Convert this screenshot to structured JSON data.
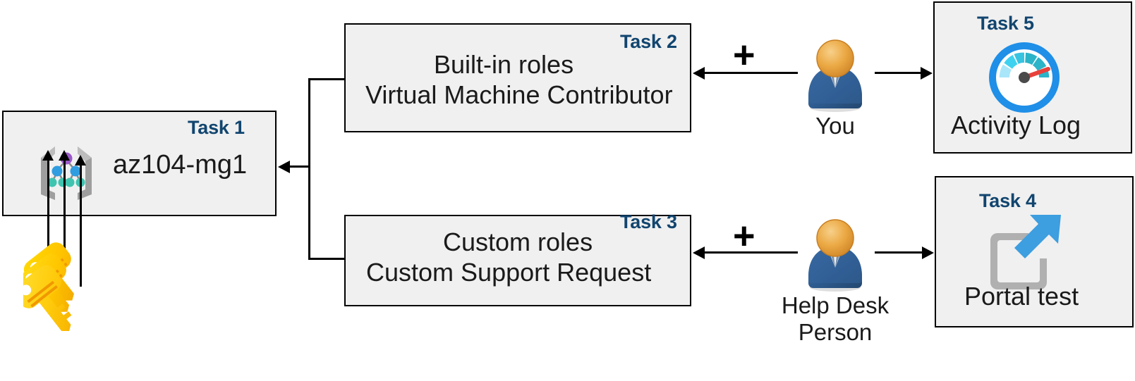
{
  "diagram": {
    "title": "Azure RBAC task diagram",
    "colors": {
      "task_label": "#11456f",
      "box_fill": "#f0f0f0",
      "box_border": "#000000",
      "connector": "#000000",
      "gauge_ring": "#1f8fe8",
      "gauge_teal": "#2bb3c8",
      "gauge_cyan": "#3fd2f0",
      "gauge_lightblue": "#a9e6fa",
      "gauge_needle": "#e8403a",
      "portal_arrow": "#3d9ee0",
      "portal_frame": "#b0b0b0",
      "key_yellow": "#fdc500",
      "person_head": "#e8a33d",
      "person_body": "#2e5f96",
      "mg_purple": "#9b59c9",
      "mg_blue": "#2f9de0",
      "mg_teal": "#3fc4b0",
      "mg_bracket": "#9e9e9e"
    },
    "nodes": [
      {
        "id": "task1",
        "task_label": "Task 1",
        "text": "az104-mg1",
        "icon": "management-group-icon"
      },
      {
        "id": "task2",
        "task_label": "Task 2",
        "line1": "Built-in roles",
        "line2": "Virtual Machine Contributor"
      },
      {
        "id": "task3",
        "task_label": "Task 3",
        "line1": "Custom roles",
        "line2": "Custom Support Request"
      },
      {
        "id": "task4",
        "task_label": "Task 4",
        "text": "Portal test",
        "icon": "external-link-icon"
      },
      {
        "id": "task5",
        "task_label": "Task 5",
        "text": "Activity Log",
        "icon": "gauge-icon"
      }
    ],
    "actors": [
      {
        "id": "you",
        "caption": "You",
        "icon": "user-icon"
      },
      {
        "id": "helpdesk",
        "caption": "Help Desk\nPerson",
        "icon": "user-icon"
      }
    ],
    "operators": [
      {
        "id": "plus-top",
        "symbol": "+"
      },
      {
        "id": "plus-bottom",
        "symbol": "+"
      }
    ],
    "decorations": [
      {
        "id": "keys",
        "icon": "keys-icon",
        "arrow_count": 3
      }
    ]
  }
}
